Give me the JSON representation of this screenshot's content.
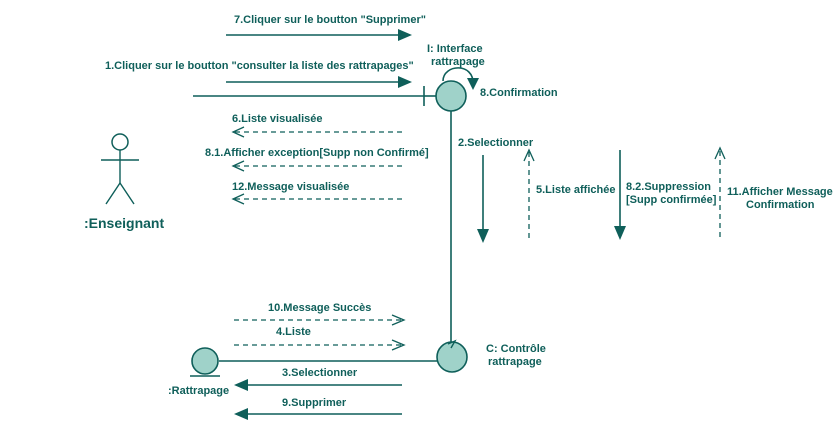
{
  "colors": {
    "stroke": "#0f5f5a",
    "object_fill": "#9fd2c9",
    "background": "#ffffff"
  },
  "actor": {
    "label": ":Enseignant"
  },
  "objects": {
    "interface": {
      "label_line1": "I: Interface",
      "label_line2": "rattrapage"
    },
    "controle": {
      "label_line1": "C: Contrôle",
      "label_line2": "rattrapage"
    },
    "entity": {
      "label": ":Rattrapage"
    }
  },
  "messages": {
    "m7": "7.Cliquer sur le boutton \"Supprimer\"",
    "m1": "1.Cliquer sur le boutton \"consulter la liste des rattrapages\"",
    "m8": "8.Confirmation",
    "m6": "6.Liste visualisée",
    "m81": "8.1.Afficher exception[Supp non Confirmé]",
    "m12": "12.Message visualisée",
    "m2": "2.Selectionner",
    "m5": "5.Liste affichée",
    "m82_line1": "8.2.Suppression",
    "m82_line2": "[Supp confirmée]",
    "m11_line1": "11.Afficher Message",
    "m11_line2": "Confirmation",
    "m10": "10.Message Succès",
    "m4": "4.Liste",
    "m3": "3.Selectionner",
    "m9": "9.Supprimer"
  }
}
